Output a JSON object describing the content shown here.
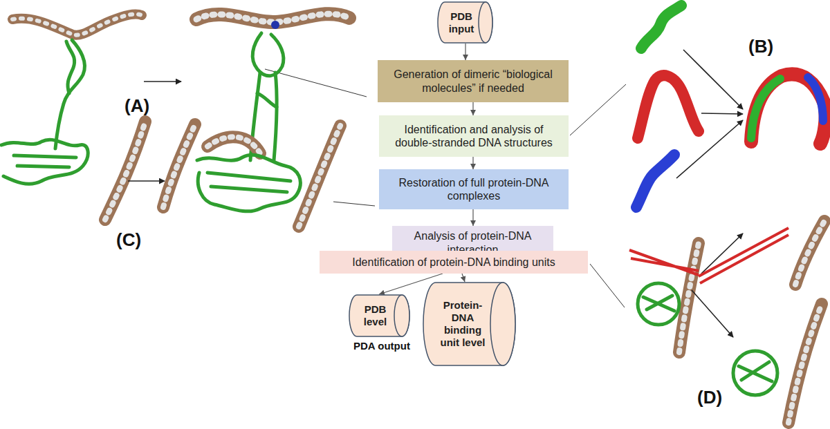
{
  "diagram": {
    "nodes": [
      {
        "text": [
          "PDB input"
        ]
      },
      {
        "text": [
          "Generation of dimeric “biological molecules” if needed"
        ]
      },
      {
        "text": [
          "Identification and analysis of double-stranded DNA structures"
        ]
      },
      {
        "text": [
          "Restoration of full protein-DNA complexes"
        ]
      },
      {
        "text": [
          "Analysis of protein-DNA interaction"
        ]
      },
      {
        "text": [
          "Identification of protein-DNA binding units"
        ]
      },
      {
        "text": [
          "PDB level"
        ]
      },
      {
        "text": [
          "Protein-DNA binding unit level"
        ]
      }
    ],
    "edges": [
      {
        "from": 0,
        "to": 1,
        "arrow": "to"
      },
      {
        "from": 1,
        "to": 2,
        "arrow": "to"
      },
      {
        "from": 2,
        "to": 3,
        "arrow": "to"
      },
      {
        "from": 3,
        "to": 4,
        "arrow": "to"
      },
      {
        "from": 4,
        "to": 5,
        "arrow": "to"
      },
      {
        "from": 5,
        "to": 6,
        "arrow": "to"
      },
      {
        "from": 5,
        "to": 7,
        "arrow": "to"
      }
    ],
    "labels": [
      "(A)",
      "(B)",
      "(C)",
      "(D)",
      "PDA output"
    ]
  }
}
